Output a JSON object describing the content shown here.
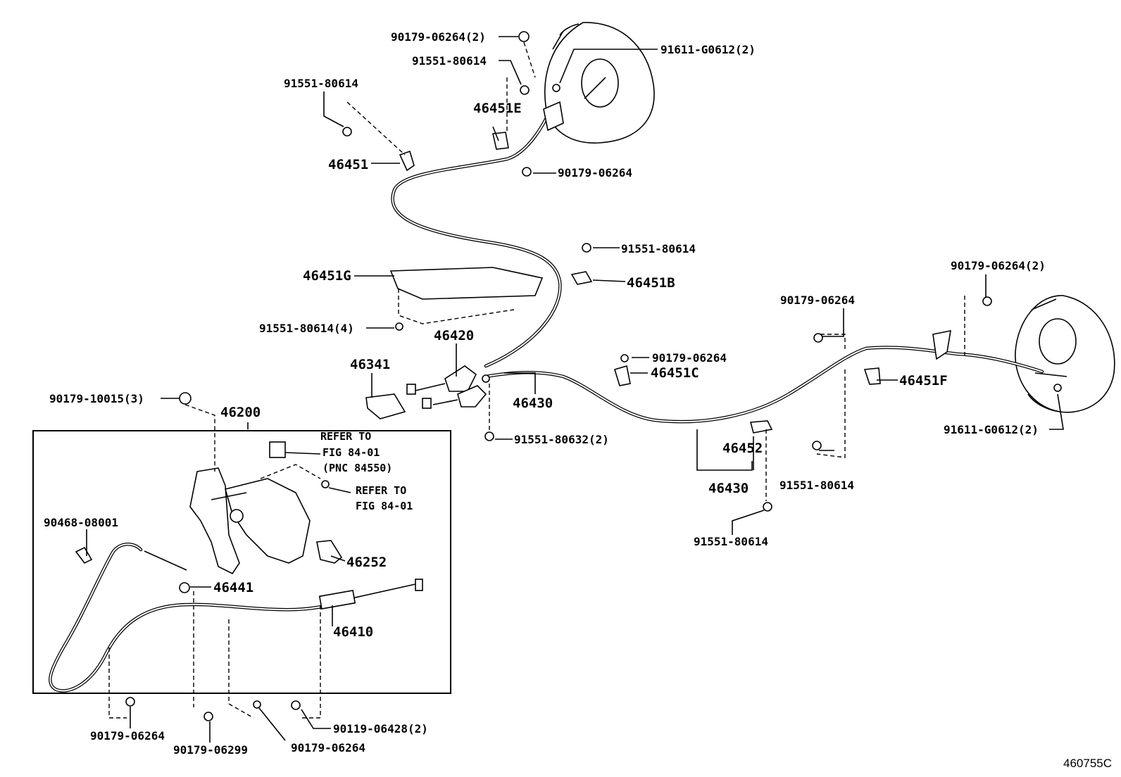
{
  "figure_code": "460755C",
  "callouts": {
    "c_90179_06264_2_top": "90179-06264(2)",
    "c_91551_80614_a": "91551-80614",
    "c_91611_G0612_2_top": "91611-G0612(2)",
    "c_91551_80614_b": "91551-80614",
    "c_46451E": "46451E",
    "c_46451": "46451",
    "c_90179_06264_a": "90179-06264",
    "c_91551_80614_c": "91551-80614",
    "c_46451G": "46451G",
    "c_46451B": "46451B",
    "c_91551_80614_4": "91551-80614(4)",
    "c_46420": "46420",
    "c_46341": "46341",
    "c_90179_06264_2_right": "90179-06264(2)",
    "c_90179_06264_b": "90179-06264",
    "c_90179_06264_c": "90179-06264",
    "c_46451C": "46451C",
    "c_46451F": "46451F",
    "c_46430_a": "46430",
    "c_91551_80632_2": "91551-80632(2)",
    "c_91611_G0612_2_right": "91611-G0612(2)",
    "c_90179_10015_3": "90179-10015(3)",
    "c_46200": "46200",
    "c_46452": "46452",
    "c_46430_b": "46430",
    "c_91551_80614_d": "91551-80614",
    "c_91551_80614_e": "91551-80614",
    "c_90468_08001": "90468-08001",
    "c_46252": "46252",
    "c_46441": "46441",
    "c_46410": "46410",
    "c_90179_06264_d": "90179-06264",
    "c_90179_06299": "90179-06299",
    "c_90179_06264_e": "90179-06264",
    "c_90119_06428_2": "90119-06428(2)"
  },
  "notes": {
    "refer1_line1": "REFER TO",
    "refer1_line2": "FIG 84-01",
    "refer1_line3": "(PNC 84550)",
    "refer2_line1": "REFER TO",
    "refer2_line2": "FIG 84-01"
  }
}
